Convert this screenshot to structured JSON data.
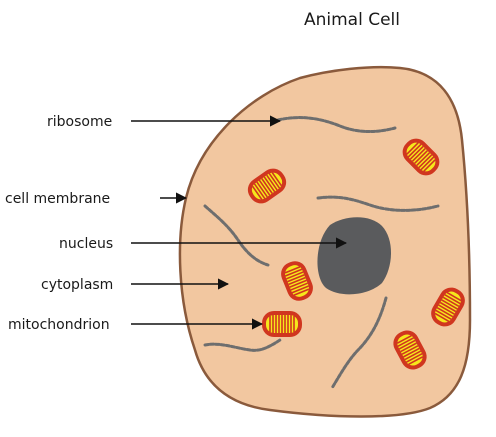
{
  "title": "Animal Cell",
  "labels": {
    "ribosome": "ribosome",
    "cell_membrane": "cell membrane",
    "nucleus": "nucleus",
    "cytoplasm": "cytoplasm",
    "mitochondrion": "mitochondrion"
  },
  "colors": {
    "cytoplasm_fill": "#F2C7A0",
    "membrane_stroke": "#8A5A3C",
    "nucleus_fill": "#5A5B5D",
    "mitochondrion_outer": "#D0361F",
    "mitochondrion_inner": "#F6E71C",
    "ribosome": "#6E6E6E",
    "arrow": "#111111"
  }
}
